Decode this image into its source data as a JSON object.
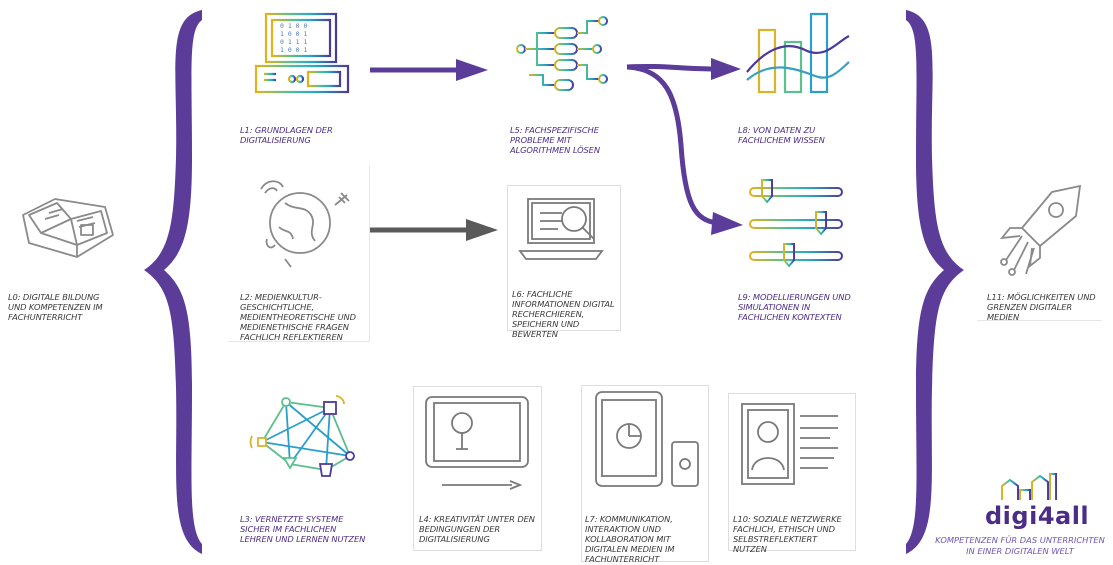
{
  "colors": {
    "purple": "#5b3c98",
    "gray_arrow": "#5a5a5a",
    "label_purple": "#4b2d86",
    "label_gray": "#3a3a3a"
  },
  "nodes": {
    "l0": {
      "label": "L0: DIGITALE BILDUNG UND KOMPETENZEN IM FACHUNTERRICHT",
      "icon": "book-circuit-icon"
    },
    "l1": {
      "label": "L1: GRUNDLAGEN DER DIGITALISIERUNG",
      "icon": "computer-binary-icon"
    },
    "l2": {
      "label": "L2: MEDIENKULTUR-GESCHICHTLICHE, MEDIENTHEORETISCHE UND MEDIENETHISCHE FRAGEN FACHLICH REFLEKTIEREN",
      "icon": "globe-icon"
    },
    "l3": {
      "label": "L3: VERNETZTE SYSTEME SICHER IM FACHLICHEN LEHREN UND LERNEN NUTZEN",
      "icon": "network-icon"
    },
    "l4": {
      "label": "L4: KREATIVITÄT UNTER DEN BEDINGUNGEN DER DIGITALISIERUNG",
      "icon": "tablet-pen-icon"
    },
    "l5": {
      "label": "L5: FACHSPEZIFISCHE PROBLEME MIT ALGORITHMEN LÖSEN",
      "icon": "flowchart-icon"
    },
    "l6": {
      "label": "L6: FACHLICHE INFORMATIONEN DIGITAL RECHERCHIEREN, SPEICHERN UND BEWERTEN",
      "icon": "laptop-search-icon"
    },
    "l7": {
      "label": "L7: KOMMUNIKATION, INTERAKTION UND KOLLABORATION MIT DIGITALEN MEDIEN IM FACHUNTERRICHT",
      "icon": "devices-icon"
    },
    "l8": {
      "label": "L8: VON DATEN ZU FACHLICHEM WISSEN",
      "icon": "bar-chart-icon"
    },
    "l9": {
      "label": "L9: MODELLIERUNGEN UND SIMULATIONEN IN FACHLICHEN KONTEXTEN",
      "icon": "sliders-icon"
    },
    "l10": {
      "label": "L10: SOZIALE NETZWERKE FACHLICH, ETHISCH UND SELBSTREFLEKTIERT NUTZEN",
      "icon": "profile-card-icon"
    },
    "l11": {
      "label": "L11: MÖGLICHKEITEN UND GRENZEN DIGITALER MEDIEN",
      "icon": "rocket-icon"
    }
  },
  "logo": {
    "name": "digi4all",
    "tagline_line1": "KOMPETENZEN FÜR DAS UNTERRICHTEN",
    "tagline_line2": "IN EINER DIGITALEN WELT"
  }
}
